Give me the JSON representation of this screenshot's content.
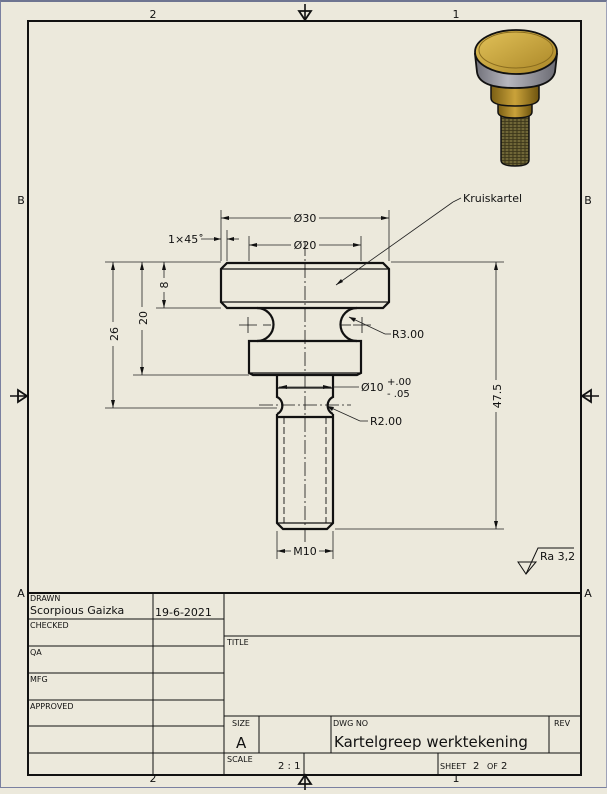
{
  "border": {
    "zone_columns": [
      "2",
      "1"
    ],
    "zone_rows": [
      "B",
      "A"
    ]
  },
  "view_3d": {
    "label": "isometric-thumb-screw-render",
    "colors": {
      "brass": "#c9a23a",
      "knurl_ring": "#9a9aa2",
      "thread": "#6b6233",
      "outline": "#111111"
    }
  },
  "dimensions": {
    "dia_30": "Ø30",
    "dia_20": "Ø20",
    "chamfer": "1×45˚",
    "height_8": "8",
    "height_20": "20",
    "height_26": "26",
    "height_47_5": "47.5",
    "dia_10": "Ø10",
    "dia_10_tol_upper": "+.00",
    "dia_10_tol_lower": "- .05",
    "radius_3": "R3.00",
    "radius_2": "R2.00",
    "thread": "M10",
    "knurl_note": "Kruiskartel"
  },
  "surface_finish": {
    "symbol": "surface-roughness",
    "value": "Ra 3,2"
  },
  "title_block": {
    "drawn_label": "DRAWN",
    "drawn_by": "Scorpious Gaizka",
    "drawn_date": "19-6-2021",
    "checked_label": "CHECKED",
    "qa_label": "QA",
    "mfg_label": "MFG",
    "approved_label": "APPROVED",
    "title_label": "TITLE",
    "size_label": "SIZE",
    "size_value": "A",
    "dwg_no_label": "DWG NO",
    "dwg_no_value": "Kartelgreep werktekening",
    "rev_label": "REV",
    "scale_label": "SCALE",
    "scale_value": "2 : 1",
    "sheet_label": "SHEET",
    "sheet_value": "2",
    "of_label": "OF",
    "sheet_total": "2"
  }
}
